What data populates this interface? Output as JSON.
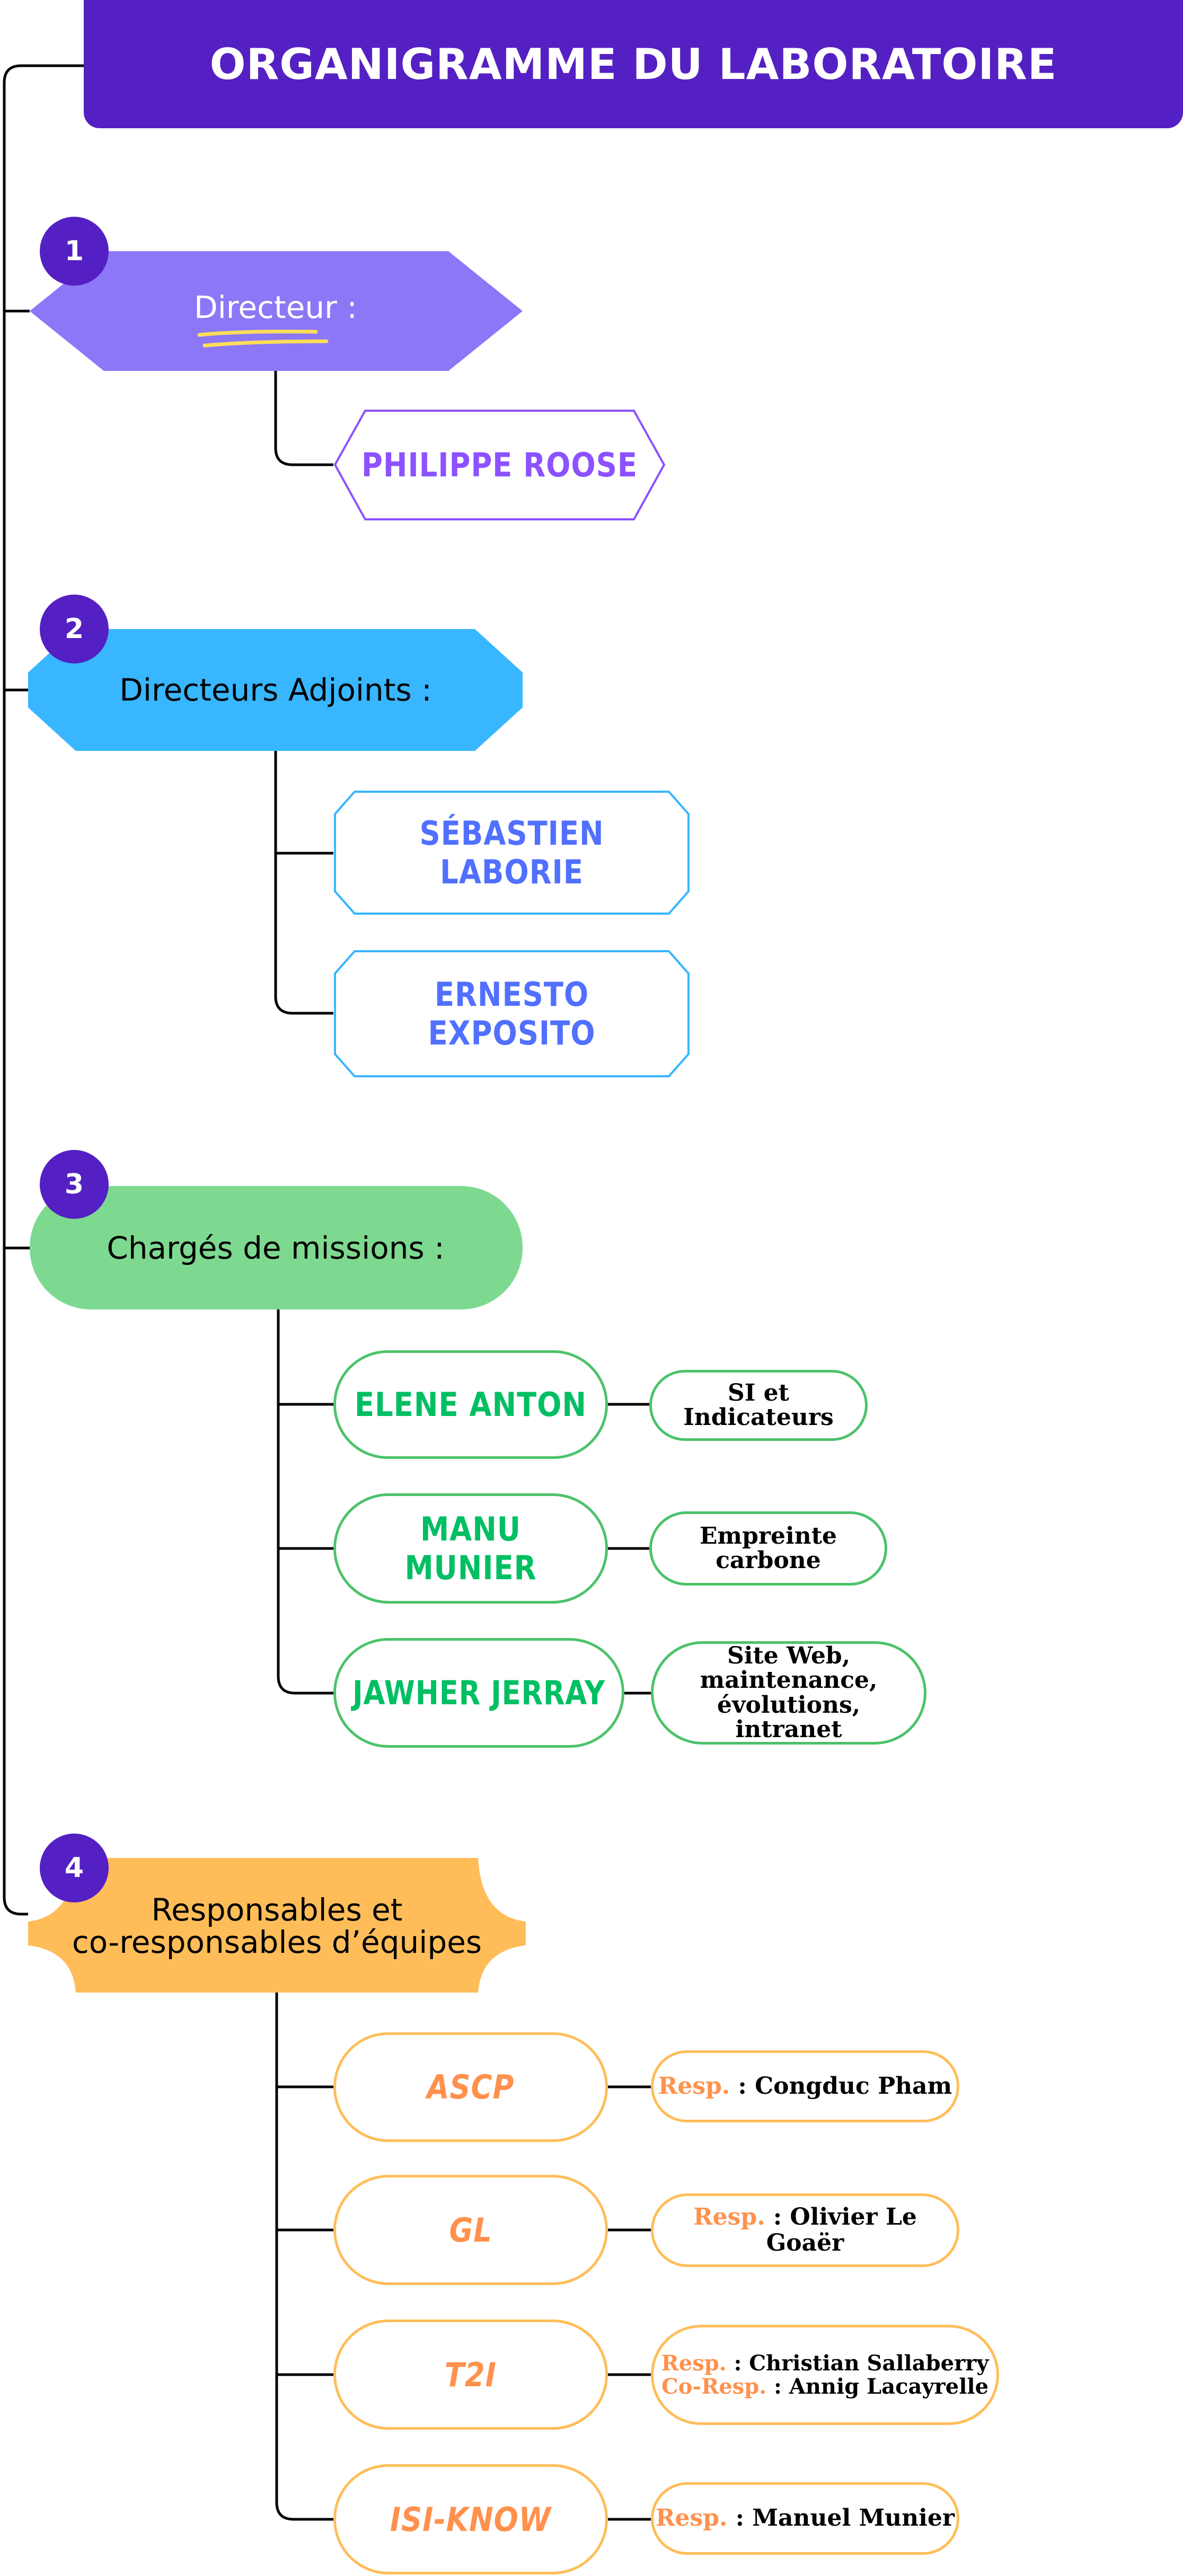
{
  "title": "ORGANIGRAMME DU LABORATOIRE",
  "colors": {
    "title_bg": "#5420c3",
    "badge_bg": "#5420c3",
    "director_bg": "#8c77f7",
    "director_accent": "#8c52ff",
    "deputy_bg": "#38b6ff",
    "deputy_accent": "#5170ff",
    "missions_bg": "#7ed990",
    "missions_accent": "#00bf63",
    "teams_bg": "#ffbd59",
    "teams_accent": "#ff914d",
    "underline": "#ffde59"
  },
  "sections": [
    {
      "number": "1",
      "label": "Directeur :",
      "members": [
        {
          "name": "PHILIPPE ROOSE"
        }
      ]
    },
    {
      "number": "2",
      "label": "Directeurs Adjoints :",
      "members": [
        {
          "name": "SÉBASTIEN LABORIE"
        },
        {
          "name": "ERNESTO EXPOSITO"
        }
      ]
    },
    {
      "number": "3",
      "label": "Chargés de missions :",
      "members": [
        {
          "name": "ELENE ANTON",
          "mission": "SI et Indicateurs"
        },
        {
          "name": "MANU MUNIER",
          "mission": "Empreinte carbone"
        },
        {
          "name": "JAWHER JERRAY",
          "mission": "Site Web, maintenance, évolutions, intranet"
        }
      ]
    },
    {
      "number": "4",
      "label_line1": "Responsables et",
      "label_line2": "co-responsables d’équipes",
      "teams": [
        {
          "name": "ASCP",
          "resp_key": "Resp.",
          "resp_name": ": Congduc Pham"
        },
        {
          "name": "GL",
          "resp_key": "Resp.",
          "resp_name": ": Olivier Le Goaër"
        },
        {
          "name": "T2I",
          "resp_key": "Resp.",
          "resp_name": ": Christian Sallaberry",
          "coresp_key": "Co-Resp.",
          "coresp_name": ": Annig Lacayrelle"
        },
        {
          "name": "ISI-KNOW",
          "resp_key": "Resp.",
          "resp_name": ": Manuel Munier"
        }
      ]
    }
  ]
}
